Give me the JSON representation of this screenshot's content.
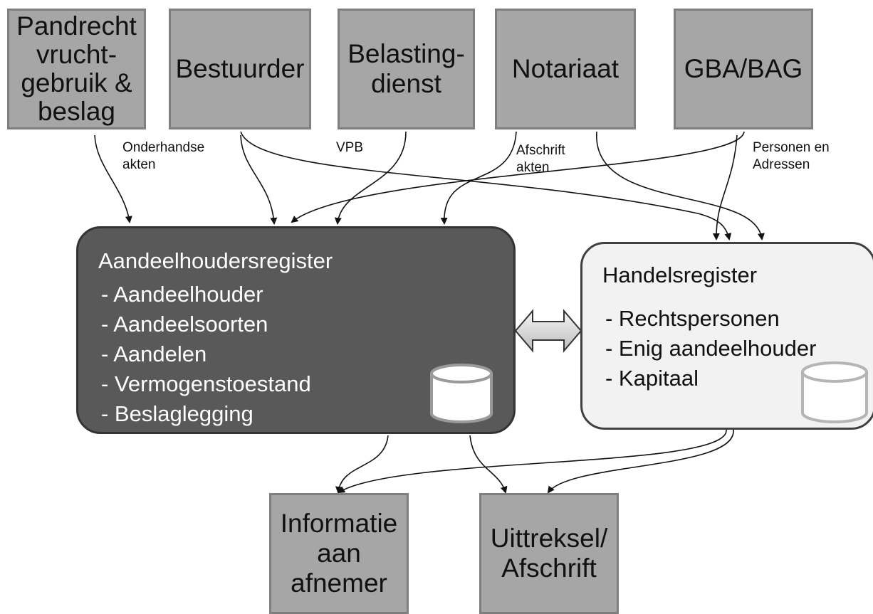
{
  "sources": [
    {
      "id": "pandrecht",
      "label": "Pandrecht\nvrucht-\ngebruik &\nbeslag"
    },
    {
      "id": "bestuurder",
      "label": "Bestuurder"
    },
    {
      "id": "belastingdienst",
      "label": "Belasting-\ndienst"
    },
    {
      "id": "notariaat",
      "label": "Notariaat"
    },
    {
      "id": "gba",
      "label": "GBA/BAG"
    }
  ],
  "edge_labels": {
    "onderhandse": "Onderhandse\nakten",
    "vpb": "VPB",
    "afschrift": "Afschrift\nakten",
    "personen": "Personen en\nAdressen"
  },
  "aandeelhoudersregister": {
    "title": "Aandeelhoudersregister",
    "items": [
      "- Aandeelhouder",
      "- Aandeelsoorten",
      "- Aandelen",
      "- Vermogenstoestand",
      "- Beslaglegging"
    ]
  },
  "handelsregister": {
    "title": "Handelsregister",
    "items": [
      "- Rechtspersonen",
      "- Enig aandeelhouder",
      "- Kapitaal"
    ]
  },
  "outputs": [
    {
      "id": "informatie",
      "label": "Informatie\naan\nafnemer"
    },
    {
      "id": "uittreksel",
      "label": "Uittreksel/\nAfschrift"
    }
  ],
  "colors": {
    "box_fill": "#a6a6a6",
    "box_border": "#7f7f7f",
    "register_dark": "#595959",
    "register_light": "#f2f2f2",
    "connector": "#111111"
  },
  "icons": {
    "database": "database-icon",
    "bidirectional_arrow": "double-arrow-icon"
  }
}
